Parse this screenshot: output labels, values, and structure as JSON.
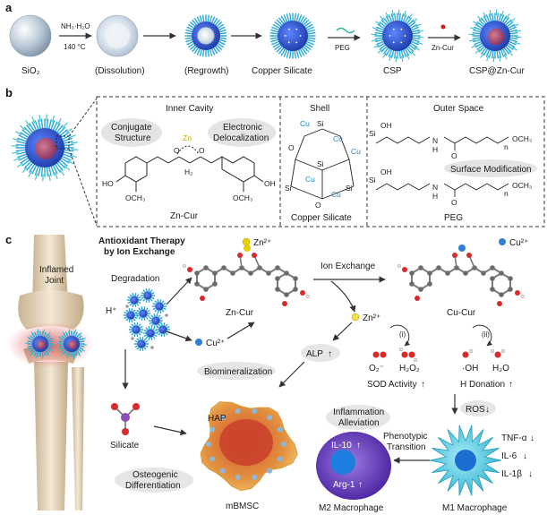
{
  "panels": {
    "a": "a",
    "b": "b",
    "c": "c"
  },
  "colors": {
    "shell": "#2554c7",
    "spikes": "#2aa8d9",
    "cur_payload": "#c44a5a",
    "zn": "#e8d000",
    "cu": "#2f7fd6",
    "macro_m1": "#4fc4dc",
    "macro_m2": "#6d3fb8",
    "cell": "#e38a3b"
  },
  "panel_a": {
    "cond1": "NH₃·H₂O",
    "cond2": "140 °C",
    "steps": [
      "SiO₂",
      "(Dissolution)",
      "(Regrowth)",
      "Copper Silicate",
      "CSP",
      "CSP@Zn-Cur"
    ],
    "arrow_peg": "PEG",
    "arrow_zncur": "Zn-Cur"
  },
  "panel_b": {
    "inner_title": "Inner Cavity",
    "shell_title": "Shell",
    "outer_title": "Outer Space",
    "pill_conjugate_1": "Conjugate",
    "pill_conjugate_2": "Structure",
    "pill_deloc_1": "Electronic",
    "pill_deloc_2": "Delocalization",
    "pill_surface": "Surface Modification",
    "zn": "Zn",
    "cu": "Cu",
    "si": "Si",
    "o": "O",
    "oh": "OH",
    "ho": "HO",
    "och3": "OCH₃",
    "h2": "H₂",
    "n": "N",
    "h": "H",
    "peg_tail": "O⁄ₙOCH₃",
    "sub_n": "n",
    "och3_tail": "OCH₃",
    "label_zncur": "Zn-Cur",
    "label_copper": "Copper Silicate",
    "label_peg": "PEG"
  },
  "panel_c": {
    "title_1": "Antioxidant Therapy",
    "title_2": "by Ion Exchange",
    "inflamed_1": "Inflamed",
    "inflamed_2": "Joint",
    "degradation": "Degradation",
    "h_plus": "H⁺",
    "cu2": "Cu²⁺",
    "zn2": "Zn²⁺",
    "zn_cur": "Zn-Cur",
    "ion_exchange": "Ion Exchange",
    "cu_cur": "Cu-Cur",
    "alp": "ALP",
    "biomineralization": "Biomineralization",
    "step_i": "(i)",
    "step_ii": "(ii)",
    "o2": "O₂⁻",
    "h2o2": "H₂O₂",
    "oh_rad": "·OH",
    "h2o": "H₂O",
    "sod": "SOD Activity",
    "h_donation": "H Donation",
    "ros": "ROS",
    "inflammation_1": "Inflammation",
    "inflammation_2": "Alleviation",
    "hap": "HAP",
    "silicate": "Silicate",
    "phenotypic_1": "Phenotypic",
    "phenotypic_2": "Transition",
    "il10": "IL-10",
    "arg1": "Arg-1",
    "tnf": "TNF-α",
    "il6": "IL-6",
    "il1b": "IL-1β",
    "osteo_1": "Osteogenic",
    "osteo_2": "Differentiation",
    "mbmsc": "mBMSC",
    "m2": "M2 Macrophage",
    "m1": "M1 Macrophage",
    "up": "↑",
    "down": "↓"
  }
}
